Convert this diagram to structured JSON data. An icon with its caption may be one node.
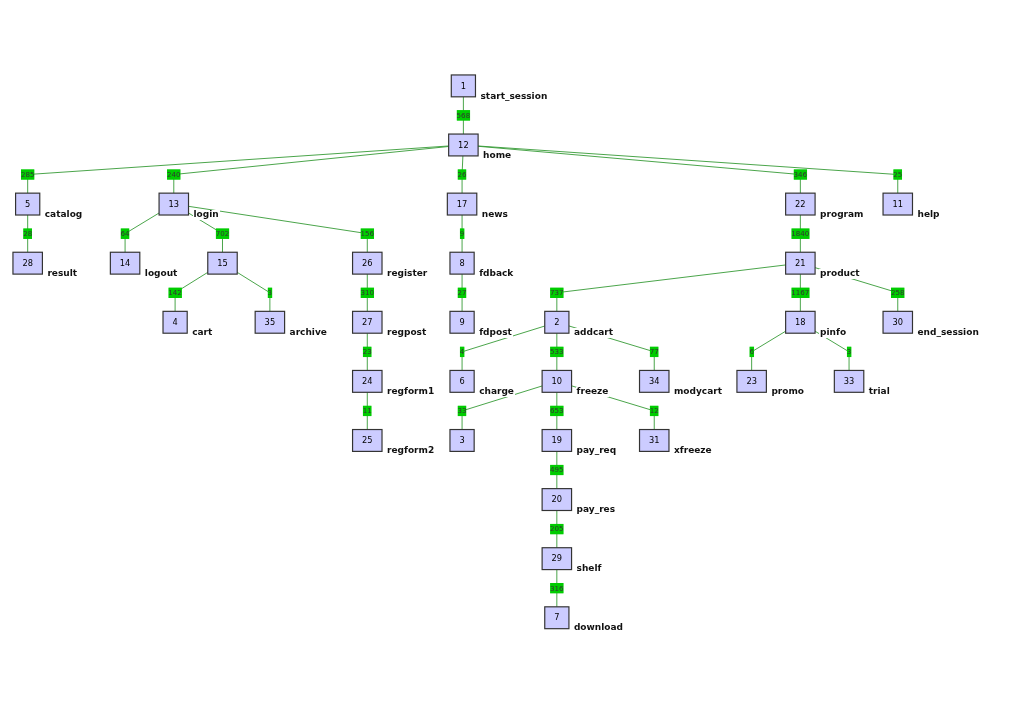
{
  "diagram": {
    "nodes": [
      {
        "text": [
          "1"
        ],
        "beside": [
          "start_session"
        ]
      },
      {
        "text": [
          "12"
        ],
        "beside": [
          "home"
        ]
      },
      {
        "text": [
          "5"
        ],
        "beside": [
          "catalog"
        ]
      },
      {
        "text": [
          "13"
        ],
        "beside": [
          "login"
        ]
      },
      {
        "text": [
          "17"
        ],
        "beside": [
          "news"
        ]
      },
      {
        "text": [
          "22"
        ],
        "beside": [
          "program"
        ]
      },
      {
        "text": [
          "11"
        ],
        "beside": [
          "help"
        ]
      },
      {
        "text": [
          "28"
        ],
        "beside": [
          "result"
        ]
      },
      {
        "text": [
          "14"
        ],
        "beside": [
          "logout"
        ]
      },
      {
        "text": [
          "15"
        ]
      },
      {
        "text": [
          "26"
        ],
        "beside": [
          "register"
        ]
      },
      {
        "text": [
          "8"
        ],
        "beside": [
          "fdback"
        ]
      },
      {
        "text": [
          "21"
        ],
        "beside": [
          "product"
        ]
      },
      {
        "text": [
          "4"
        ],
        "beside": [
          "cart"
        ]
      },
      {
        "text": [
          "35"
        ],
        "beside": [
          "archive"
        ]
      },
      {
        "text": [
          "27"
        ],
        "beside": [
          "regpost"
        ]
      },
      {
        "text": [
          "9"
        ],
        "beside": [
          "fdpost"
        ]
      },
      {
        "text": [
          "2"
        ],
        "beside": [
          "addcart"
        ]
      },
      {
        "text": [
          "18"
        ],
        "beside": [
          "pinfo"
        ]
      },
      {
        "text": [
          "30"
        ],
        "beside": [
          "end_session"
        ]
      },
      {
        "text": [
          "24"
        ],
        "beside": [
          "regform1"
        ]
      },
      {
        "text": [
          "6"
        ],
        "beside": [
          "charge"
        ]
      },
      {
        "text": [
          "10"
        ],
        "beside": [
          "freeze"
        ]
      },
      {
        "text": [
          "34"
        ],
        "beside": [
          "modycart"
        ]
      },
      {
        "text": [
          "23"
        ],
        "beside": [
          "promo"
        ]
      },
      {
        "text": [
          "33"
        ],
        "beside": [
          "trial"
        ]
      },
      {
        "text": [
          "25"
        ],
        "beside": [
          "regform2"
        ]
      },
      {
        "text": [
          "3"
        ]
      },
      {
        "text": [
          "19"
        ],
        "beside": [
          "pay_req"
        ]
      },
      {
        "text": [
          "31"
        ],
        "beside": [
          "xfreeze"
        ]
      },
      {
        "text": [
          "20"
        ],
        "beside": [
          "pay_res"
        ]
      },
      {
        "text": [
          "29"
        ],
        "beside": [
          "shelf"
        ]
      },
      {
        "text": [
          "7"
        ],
        "beside": [
          "download"
        ]
      }
    ],
    "edges": [
      {
        "from": 0,
        "to": 1,
        "arrow": "none",
        "label": "568"
      },
      {
        "from": 1,
        "to": 2,
        "arrow": "none",
        "label": "285"
      },
      {
        "from": 1,
        "to": 3,
        "arrow": "none",
        "label": "240"
      },
      {
        "from": 1,
        "to": 4,
        "arrow": "none",
        "label": "26"
      },
      {
        "from": 1,
        "to": 5,
        "arrow": "none",
        "label": "346"
      },
      {
        "from": 1,
        "to": 6,
        "arrow": "none",
        "label": "25"
      },
      {
        "from": 2,
        "to": 7,
        "arrow": "none",
        "label": "28"
      },
      {
        "from": 3,
        "to": 8,
        "arrow": "none",
        "label": "64"
      },
      {
        "from": 3,
        "to": 9,
        "arrow": "none",
        "label": "702"
      },
      {
        "from": 3,
        "to": 10,
        "arrow": "none",
        "label": "156"
      },
      {
        "from": 4,
        "to": 11,
        "arrow": "none",
        "label": "9"
      },
      {
        "from": 5,
        "to": 12,
        "arrow": "none",
        "label": "1840"
      },
      {
        "from": 9,
        "to": 13,
        "arrow": "none",
        "label": "142"
      },
      {
        "from": 9,
        "to": 14,
        "arrow": "none",
        "label": "3"
      },
      {
        "from": 10,
        "to": 15,
        "arrow": "none",
        "label": "310"
      },
      {
        "from": 11,
        "to": 16,
        "arrow": "none",
        "label": "27"
      },
      {
        "from": 12,
        "to": 17,
        "arrow": "none",
        "label": "737"
      },
      {
        "from": 12,
        "to": 18,
        "arrow": "none",
        "label": "1167"
      },
      {
        "from": 12,
        "to": 19,
        "arrow": "none",
        "label": "258"
      },
      {
        "from": 15,
        "to": 20,
        "arrow": "none",
        "label": "23"
      },
      {
        "from": 17,
        "to": 21,
        "arrow": "none",
        "label": "4"
      },
      {
        "from": 17,
        "to": 22,
        "arrow": "none",
        "label": "533"
      },
      {
        "from": 17,
        "to": 23,
        "arrow": "none",
        "label": "77"
      },
      {
        "from": 18,
        "to": 24,
        "arrow": "none",
        "label": "6"
      },
      {
        "from": 18,
        "to": 25,
        "arrow": "none",
        "label": "3"
      },
      {
        "from": 20,
        "to": 26,
        "arrow": "none",
        "label": "11"
      },
      {
        "from": 22,
        "to": 27,
        "arrow": "none",
        "label": "33"
      },
      {
        "from": 22,
        "to": 28,
        "arrow": "none",
        "label": "653"
      },
      {
        "from": 22,
        "to": 29,
        "arrow": "none",
        "label": "12"
      },
      {
        "from": 28,
        "to": 30,
        "arrow": "none",
        "label": "495"
      },
      {
        "from": 30,
        "to": 31,
        "arrow": "none",
        "label": "205"
      },
      {
        "from": 31,
        "to": 32,
        "arrow": "none",
        "label": "316"
      }
    ]
  }
}
